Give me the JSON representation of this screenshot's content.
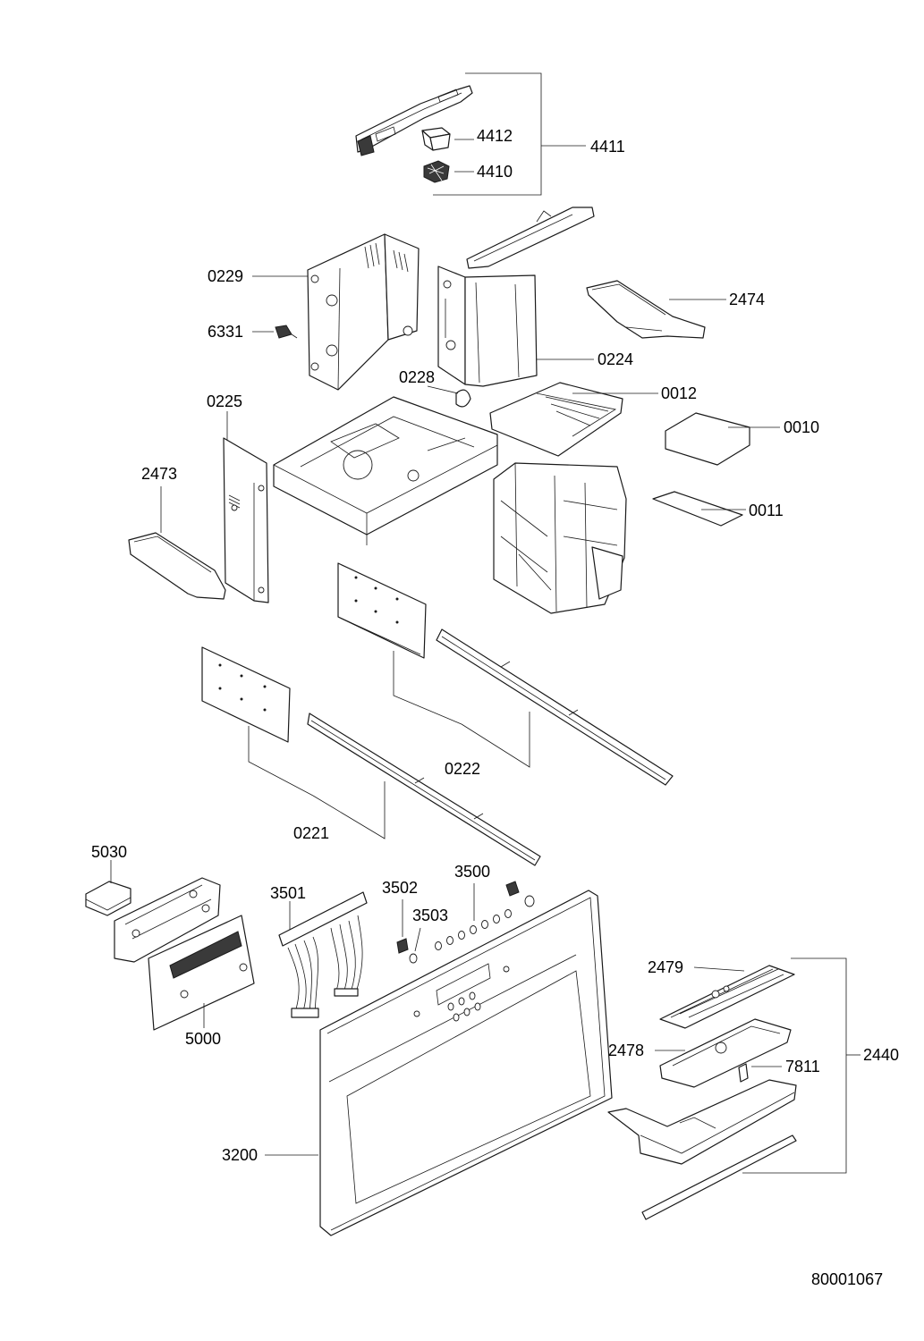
{
  "callouts": {
    "c4412": "4412",
    "c4410": "4410",
    "c4411": "4411",
    "c0229": "0229",
    "c6331": "6331",
    "c2474": "2474",
    "c0224": "0224",
    "c0228": "0228",
    "c0012": "0012",
    "c0225": "0225",
    "c0010": "0010",
    "c2473": "2473",
    "c0011": "0011",
    "c0222": "0222",
    "c0221": "0221",
    "c5030": "5030",
    "c3500": "3500",
    "c3502": "3502",
    "c3501": "3501",
    "c3503": "3503",
    "c2479": "2479",
    "c5000": "5000",
    "c2478": "2478",
    "c2440": "2440",
    "c7811": "7811",
    "c3200": "3200"
  },
  "document_number": "80001067"
}
